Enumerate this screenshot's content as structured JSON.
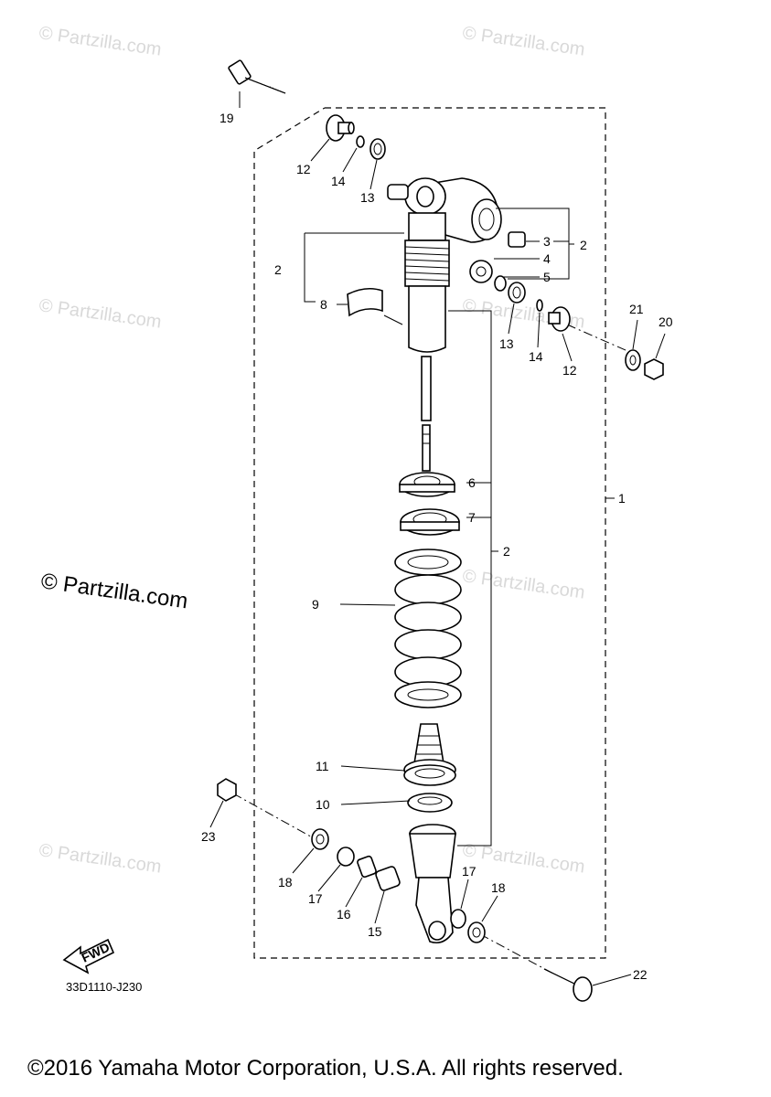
{
  "watermarks": {
    "small": "© Partzilla.com",
    "large": "© Partzilla.com"
  },
  "callouts": {
    "c1": "1",
    "c2a": "2",
    "c2b": "2",
    "c2c": "2",
    "c3": "3",
    "c4": "4",
    "c5": "5",
    "c6": "6",
    "c7": "7",
    "c8": "8",
    "c9": "9",
    "c10": "10",
    "c11": "11",
    "c12a": "12",
    "c12b": "12",
    "c13a": "13",
    "c13b": "13",
    "c14a": "14",
    "c14b": "14",
    "c15": "15",
    "c16": "16",
    "c17a": "17",
    "c17b": "17",
    "c18a": "18",
    "c18b": "18",
    "c19": "19",
    "c20": "20",
    "c21": "21",
    "c22": "22",
    "c23": "23"
  },
  "fwd_label": "FWD",
  "diagram_code": "33D1110-J230",
  "copyright": "©2016 Yamaha Motor Corporation, U.S.A. All rights reserved.",
  "icons": {
    "fwd": "fwd-arrow-icon",
    "copyright": "copyright-symbol"
  }
}
